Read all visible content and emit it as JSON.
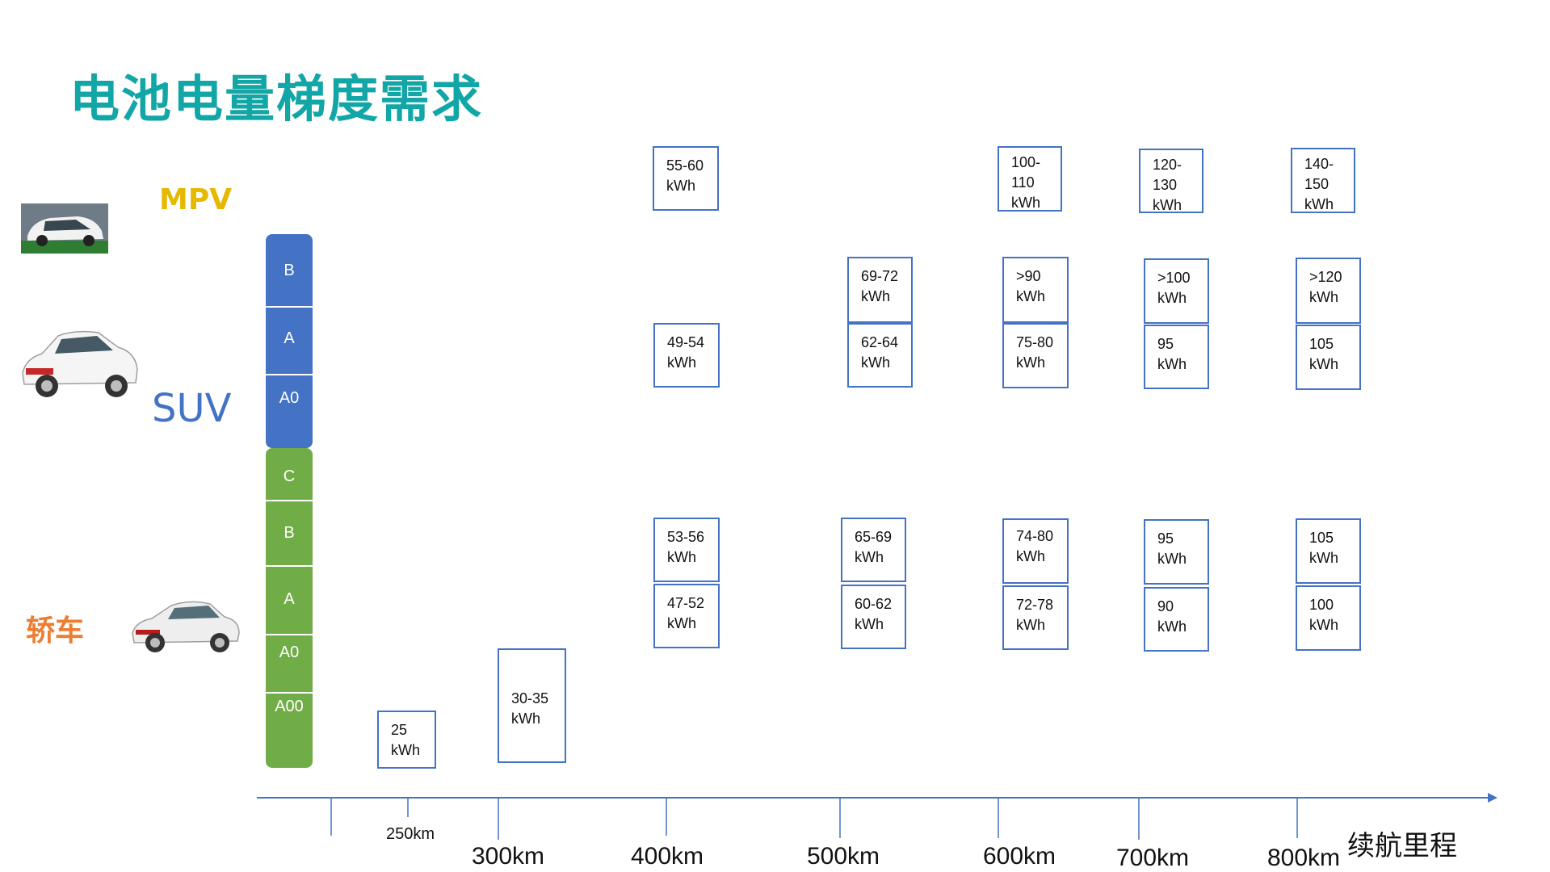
{
  "title": "电池电量梯度需求",
  "categories": {
    "mpv": "MPV",
    "suv": "SUV",
    "sedan": "轿车"
  },
  "segments": {
    "suv": [
      "B",
      "A",
      "A0"
    ],
    "sedan": [
      "C",
      "B",
      "A",
      "A0",
      "A00"
    ]
  },
  "boxes": {
    "mpv_400": "55-60\nkWh",
    "mpv_600": "100-\n110\nkWh",
    "mpv_700": "120-\n130\nkWh",
    "mpv_800": "140-\n150\nkWh",
    "suv_400": "49-54\nkWh",
    "suv_500_top": "69-72\nkWh",
    "suv_500_bot": "62-64\nkWh",
    "suv_600_top": ">90\nkWh",
    "suv_600_bot": "75-80\nkWh",
    "suv_700_top": ">100\nkWh",
    "suv_700_bot": "95\nkWh",
    "suv_800_top": ">120\nkWh",
    "suv_800_bot": "105\nkWh",
    "sedan_400_top": "53-56\nkWh",
    "sedan_400_bot": "47-52\nkWh",
    "sedan_500_top": "65-69\nkWh",
    "sedan_500_bot": "60-62\nkWh",
    "sedan_600_top": "74-80\nkWh",
    "sedan_600_bot": "72-78\nkWh",
    "sedan_700_top": "95\nkWh",
    "sedan_700_bot": "90\nkWh",
    "sedan_800_top": "105\nkWh",
    "sedan_800_bot": "100\nkWh",
    "sedan_250": "25\nkWh",
    "sedan_300": "30-35\nkWh"
  },
  "axis": {
    "ticks": [
      "250km",
      "300km",
      "400km",
      "500km",
      "600km",
      "700km",
      "800km"
    ],
    "title": "续航里程"
  },
  "colors": {
    "title": "#12a6a6",
    "suv_bar": "#4472c4",
    "sedan_bar": "#70ad47",
    "box_border": "#4472c4",
    "axis": "#4472c4",
    "mpv_label": "#e6b800",
    "sedan_label": "#ed7d31"
  }
}
